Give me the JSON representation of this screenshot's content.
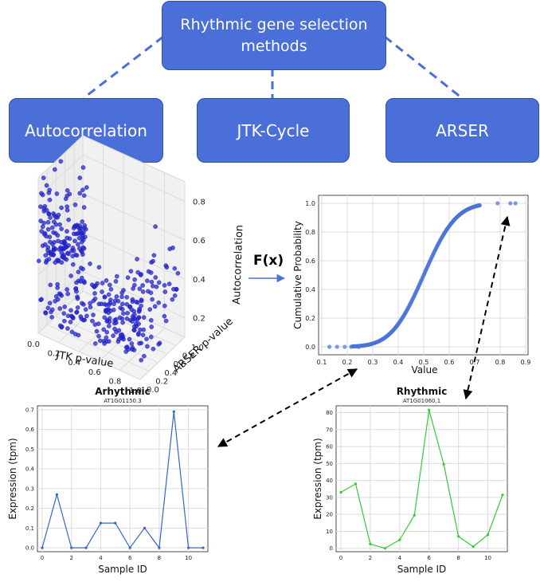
{
  "boxes": {
    "top_line1": "Rhythmic gene selection",
    "top_line2": "methods",
    "autocorrelation": "Autocorrelation",
    "jtk": "JTK-Cycle",
    "arser": "ARSER"
  },
  "colors": {
    "box_fill": "#4a6fd8",
    "box_border": "#2e4fae",
    "dash_line": "#4a6fd8",
    "scatter": "#2424d8",
    "cdf": "#4a74d8",
    "arrhythmic_line": "#3366cc",
    "rhythmic_line": "#33cc33"
  },
  "fx_label": "F(x)",
  "chart_data": [
    {
      "type": "scatter",
      "projection": "3d",
      "xlabel": "JTK p-value",
      "ylabel": "ARSER p-value",
      "zlabel": "Autocorrelation",
      "x_ticks": [
        "0.0",
        "0.2",
        "0.4",
        "0.6",
        "0.8",
        "1.0"
      ],
      "y_ticks": [
        "0.0",
        "0.2",
        "0.4",
        "0.6",
        "0.8",
        "1.0"
      ],
      "z_ticks": [
        "0.2",
        "0.4",
        "0.6",
        "0.8"
      ],
      "xlim": [
        0,
        1
      ],
      "ylim": [
        0,
        1
      ],
      "zlim": [
        0.1,
        0.9
      ],
      "grid": true
    },
    {
      "type": "scatter",
      "xlabel": "Value",
      "ylabel": "Cumulative Probability",
      "x_ticks": [
        "0.1",
        "0.2",
        "0.3",
        "0.4",
        "0.5",
        "0.6",
        "0.7",
        "0.8",
        "0.9"
      ],
      "y_ticks": [
        "0.0",
        "0.2",
        "0.4",
        "0.6",
        "0.8",
        "1.0"
      ],
      "xlim": [
        0.1,
        0.9
      ],
      "ylim": [
        0,
        1
      ],
      "grid": true,
      "cdf_mean": 0.5,
      "cdf_sd": 0.1,
      "min": 0.13,
      "max": 0.86
    },
    {
      "type": "line",
      "title": "Arhythmic",
      "subtitle": "AT1G01150.3",
      "xlabel": "Sample ID",
      "ylabel": "Expression (tpm)",
      "x": [
        0,
        1,
        2,
        3,
        4,
        5,
        6,
        7,
        8,
        9,
        10,
        11
      ],
      "values": [
        0.0,
        0.27,
        0.0,
        0.0,
        0.125,
        0.125,
        0.0,
        0.1,
        0.0,
        0.69,
        0.0,
        0.0
      ],
      "x_ticks": [
        "0",
        "2",
        "4",
        "6",
        "8",
        "10"
      ],
      "y_ticks": [
        "0.0",
        "0.1",
        "0.2",
        "0.3",
        "0.4",
        "0.5",
        "0.6",
        "0.7"
      ],
      "ylim": [
        -0.02,
        0.72
      ],
      "grid": true
    },
    {
      "type": "line",
      "title": "Rhythmic",
      "subtitle": "AT1G01060.1",
      "xlabel": "Sample ID",
      "ylabel": "Expression (tpm)",
      "x": [
        0,
        1,
        2,
        3,
        4,
        5,
        6,
        7,
        8,
        9,
        10,
        11
      ],
      "values": [
        33,
        38,
        2.5,
        0,
        5,
        19.5,
        81.5,
        49.5,
        7,
        1,
        8,
        31.5
      ],
      "x_ticks": [
        "0",
        "2",
        "4",
        "6",
        "8",
        "10"
      ],
      "y_ticks": [
        "0",
        "10",
        "20",
        "30",
        "40",
        "50",
        "60",
        "70",
        "80"
      ],
      "ylim": [
        -2,
        84
      ],
      "grid": true
    }
  ]
}
